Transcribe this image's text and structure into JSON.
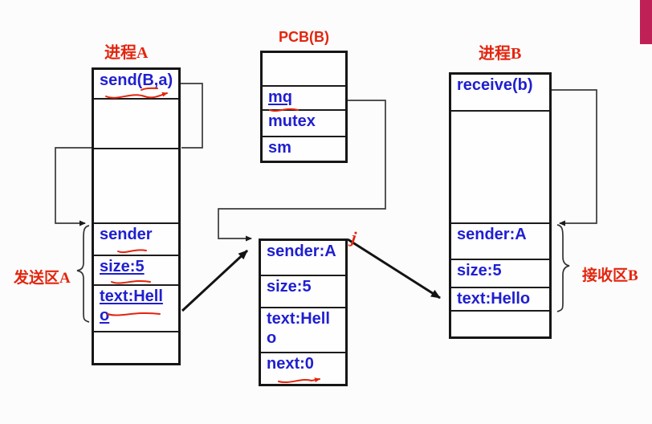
{
  "colors": {
    "red": "#e3250e",
    "blue": "#1f1fd0",
    "bar_magenta": "#bf2157",
    "line": "#3a3a3a"
  },
  "titles": {
    "process_a": "进程A",
    "pcb": "PCB(B)",
    "process_b": "进程B",
    "send_area": "发送区A",
    "receive_area": "接收区B"
  },
  "process_a_box": {
    "rows": [
      "send(B,a)",
      "",
      "",
      "sender",
      "size:5",
      "text:Hello",
      ""
    ]
  },
  "pcb_box": {
    "rows": [
      "",
      "mq",
      "mutex",
      "sm"
    ]
  },
  "message_box": {
    "rows": [
      "sender:A",
      "size:5",
      "text:Hello",
      "next:0"
    ]
  },
  "process_b_box": {
    "rows": [
      "receive(b)",
      "",
      "sender:A",
      "size:5",
      "text:Hello",
      ""
    ]
  },
  "annotations": {
    "j_mark": "j"
  }
}
